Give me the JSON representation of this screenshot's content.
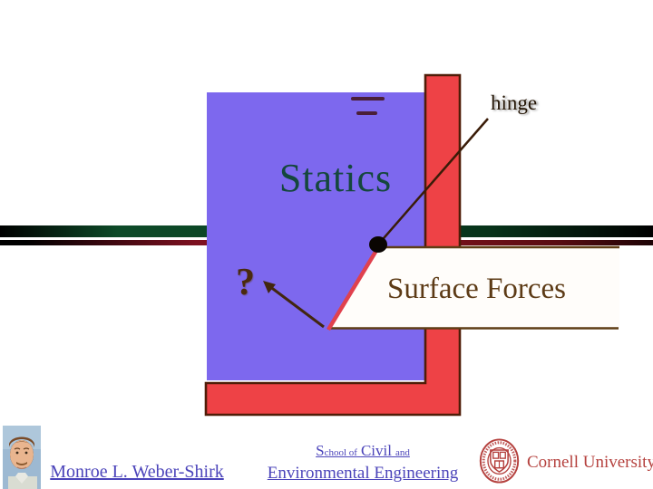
{
  "slide": {
    "title": "Statics",
    "banner_label": "Surface Forces",
    "hinge_label": "hinge",
    "question_label": "?",
    "colors": {
      "water_blue": "#7d68ee",
      "gate_red": "#ee4246",
      "gate_outline": "#4f1d08",
      "banner_border": "#5f3d15",
      "banner_text_brown": "#5d3b16",
      "title_green": "#15473d",
      "stripe_green": "#0d4a28",
      "stripe_dark_red": "#8c1622",
      "pointer_line_brown": "#3a1c08",
      "gate_diagonal_red": "#e0414e",
      "hinge_dot_black": "#0a0502"
    }
  },
  "footer": {
    "author": "Monroe L. Weber-Shirk",
    "school": {
      "p1": "S",
      "p2": "chool of",
      "p3": "Civil",
      "p4": "and",
      "line2": "Environmental Engineering"
    },
    "university": "Cornell University",
    "link_color": "#4b44ba",
    "cornell_red": "#b5413e"
  }
}
